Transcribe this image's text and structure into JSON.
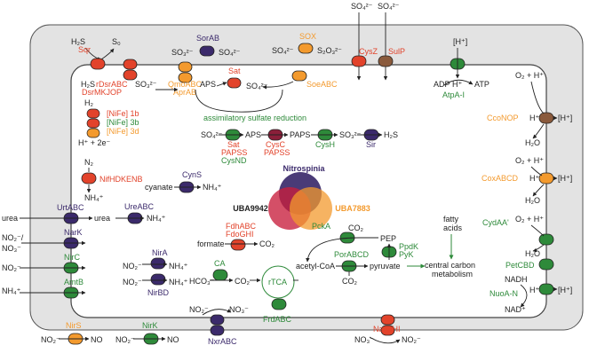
{
  "center": {
    "top": "Nitrospinia",
    "left": "UBA9942",
    "right": "UBA7883"
  },
  "sulfur": {
    "sqr": "Sqr",
    "h2s_sqr": "H₂S",
    "s0": "S₀",
    "rdsr": "rDsrABC",
    "dsrmk": "DsrMKJOP",
    "h2s_dsr": "H₂S",
    "so3_dsr": "SO₃²⁻",
    "sorab": "SorAB",
    "so3_sor": "SO₃²⁻",
    "so4_sor": "SO₄²⁻",
    "qmoabc": "QmoABC",
    "aprab": "AprAB",
    "aps": "APS",
    "sat": "Sat",
    "so4_sat": "SO₄²⁻",
    "sox": "SOX",
    "so4_sox": "SO₄²⁻",
    "s2o3": "S₂O₃²⁻",
    "soeabc": "SoeABC",
    "cysz": "CysZ",
    "sulp": "SulP",
    "so4_ext1": "SO₄²⁻",
    "so4_ext2": "SO₄²⁻"
  },
  "assim": {
    "title": "assimilatory sulfate reduction",
    "so4": "SO₄²⁻",
    "aps": "APS",
    "paps": "PAPS",
    "so3": "SO₃²⁻",
    "h2s": "H₂S",
    "sat": "Sat",
    "papss1": "PAPSS",
    "cysnd": "CysND",
    "cysc": "CysC",
    "papss2": "PAPSS",
    "cysh": "CysH",
    "sir": "Sir"
  },
  "hydrogen": {
    "h2": "H₂",
    "nife1b": "[NiFe] 1b",
    "nife3b": "[NiFe] 3b",
    "nife3d": "[NiFe] 3d",
    "products": "H⁺ + 2e⁻"
  },
  "nitrogen": {
    "n2": "N₂",
    "nif": "NifHDKENB",
    "nh4": "NH₄⁺"
  },
  "cyanate": {
    "cyns": "CynS",
    "cyanate": "cyanate",
    "nh4": "NH₄⁺"
  },
  "urea": {
    "urtabc": "UrtABC",
    "urea_ext": "urea",
    "urea_int": "urea",
    "ureabc": "UreABC",
    "nh4": "NH₄⁺"
  },
  "narK": {
    "label": "NarK",
    "no2": "NO₂⁻/",
    "no3": "NO₃⁻"
  },
  "nirC": {
    "label": "NirC",
    "no2": "NO₂⁻"
  },
  "amtB": {
    "label": "AmtB",
    "nh4": "NH₄⁺"
  },
  "formate": {
    "fdhabc": "FdhABC",
    "fdoghi": "FdoGHI",
    "formate": "formate",
    "co2": "CO₂"
  },
  "nira": {
    "nira": "NirA",
    "nirbd": "NirBD",
    "no2a": "NO₂⁻",
    "nh4a": "NH₄⁺",
    "no2b": "NO₂⁻",
    "nh4b": "NH₄⁺"
  },
  "carbon": {
    "ca": "CA",
    "hco3": "HCO₃⁻",
    "co2_ca": "CO₂",
    "rtca": "rTCA",
    "frdabc": "FrdABC",
    "acetylcoa": "acetyl-CoA",
    "porabcd": "PorABCD",
    "co2_por": "CO₂",
    "pyruvate": "pyruvate",
    "ppdk": "PpdK",
    "pyk": "PyK",
    "pep": "PEP",
    "pcka": "PckA",
    "co2_pck": "CO₂",
    "fatty": "fatty",
    "acids": "acids",
    "central1": "central carbon",
    "central2": "metabolism"
  },
  "resp": {
    "h_top": "[H⁺]",
    "adp": "ADP",
    "hplus": "H⁺",
    "atp": "ATP",
    "atpa": "AtpA-I",
    "o2_1": "O₂ + H⁺",
    "hin_1": "H⁺",
    "hout_1": "[H⁺]",
    "h2o_1": "H₂O",
    "cconop": "CcoNOP",
    "o2_2": "O₂ + H⁺",
    "hin_2": "H⁺",
    "hout_2": "[H⁺]",
    "h2o_2": "H₂O",
    "coxabcd": "CoxABCD",
    "o2_3": "O₂ + H⁺",
    "h2o_3": "H₂O",
    "cydaa": "CydAA'",
    "petcbd": "PetCBD",
    "nadh": "NADH",
    "hin_4": "H⁺",
    "hout_4": "[H⁺]",
    "nad": "NAD⁺",
    "nuoa": "NuoA-N"
  },
  "bottom": {
    "nirs": "NirS",
    "no2_s": "NO₂⁻",
    "no_s": "NO",
    "nirk": "NirK",
    "no2_k": "NO₂⁻",
    "no_k": "NO",
    "no2_nxr": "NO₂⁻",
    "nxrabc": "NxrABC",
    "no3_nxr": "NO₃⁻",
    "narghi": "NarGHI",
    "no3_nar": "NO₃⁻",
    "no2_nar": "NO₂⁻"
  },
  "colors": {
    "red": "#e2432b",
    "orange": "#f39a2e",
    "green": "#2e8a3a",
    "purple": "#3b2a6b",
    "brown": "#8a5a3c",
    "wine": "#8b1f3a",
    "cell": "#e3e3e3"
  }
}
